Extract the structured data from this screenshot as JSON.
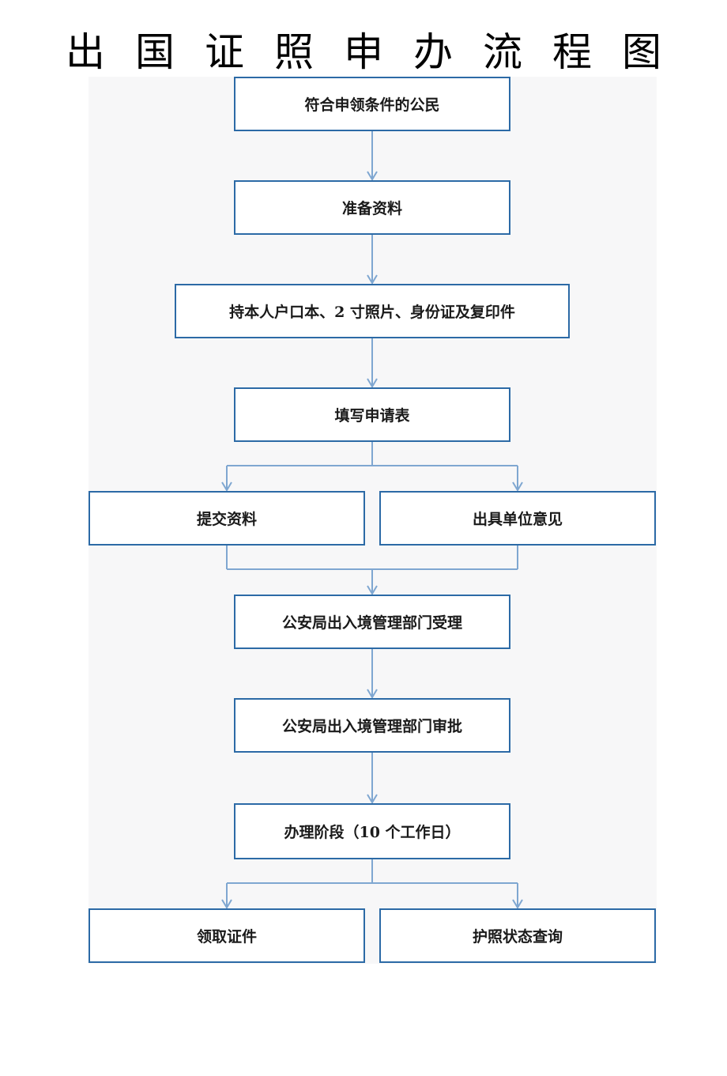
{
  "title": "出国证照申办流程图",
  "colors": {
    "box_border": "#2c6aa6",
    "connector": "#7fa7d1",
    "panel_bg": "#f7f7f8"
  },
  "nodes": {
    "eligible_citizen": "符合申领条件的公民",
    "prepare_materials": "准备资料",
    "documents": "持本人户口本、2 寸照片、身份证及复印件",
    "fill_form": "填写申请表",
    "submit_materials": "提交资料",
    "unit_opinion": "出具单位意见",
    "accept": "公安局出入境管理部门受理",
    "approve": "公安局出入境管理部门审批",
    "processing": "办理阶段（10 个工作日）",
    "collect": "领取证件",
    "status_query": "护照状态查询"
  }
}
